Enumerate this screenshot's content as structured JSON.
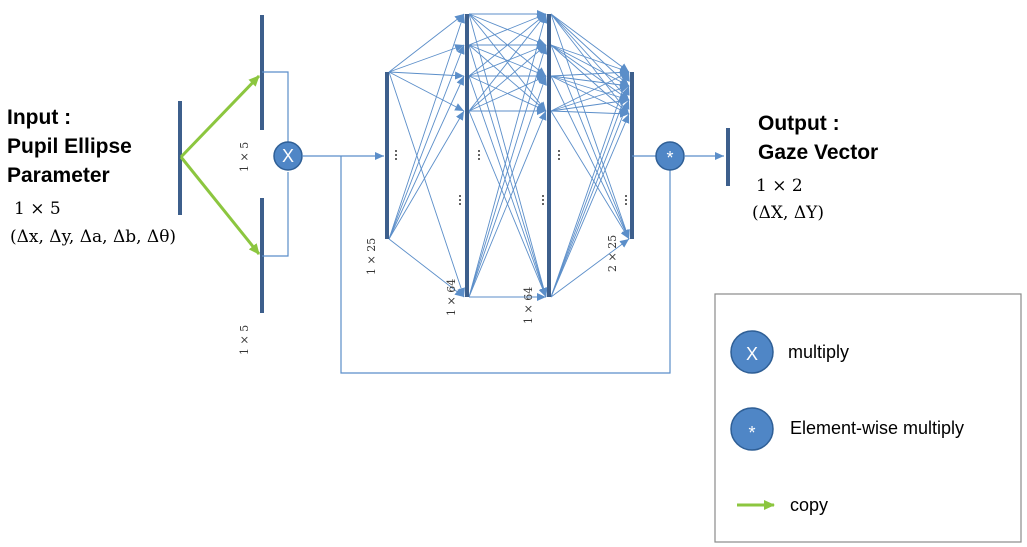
{
  "input": {
    "title_line1": "Input :",
    "title_line2": "Pupil Ellipse",
    "title_line3": "Parameter",
    "dim": "1 × 5",
    "vars": "(Δx, Δy, Δa, Δb, Δθ)"
  },
  "output": {
    "title_line1": "Output :",
    "title_line2": "Gaze Vector",
    "dim": "1 × 2",
    "vars": "(ΔX, ΔY)"
  },
  "layer_dims": {
    "copy_top": "1 × 5",
    "copy_bottom": "1 × 5",
    "fc1": "1 × 25",
    "fc2": "1 × 64",
    "fc3": "1 × 64",
    "fc4": "2 × 25"
  },
  "ops": {
    "multiply_symbol": "X",
    "elementwise_symbol": "*"
  },
  "legend": {
    "multiply_label": "multiply",
    "elementwise_label": "Element-wise multiply",
    "copy_label": "copy"
  },
  "colors": {
    "bar": "#3d5f8c",
    "arrow": "#5b8ec9",
    "circle_fill": "#4f86c6",
    "copy_green": "#8cc63f"
  }
}
